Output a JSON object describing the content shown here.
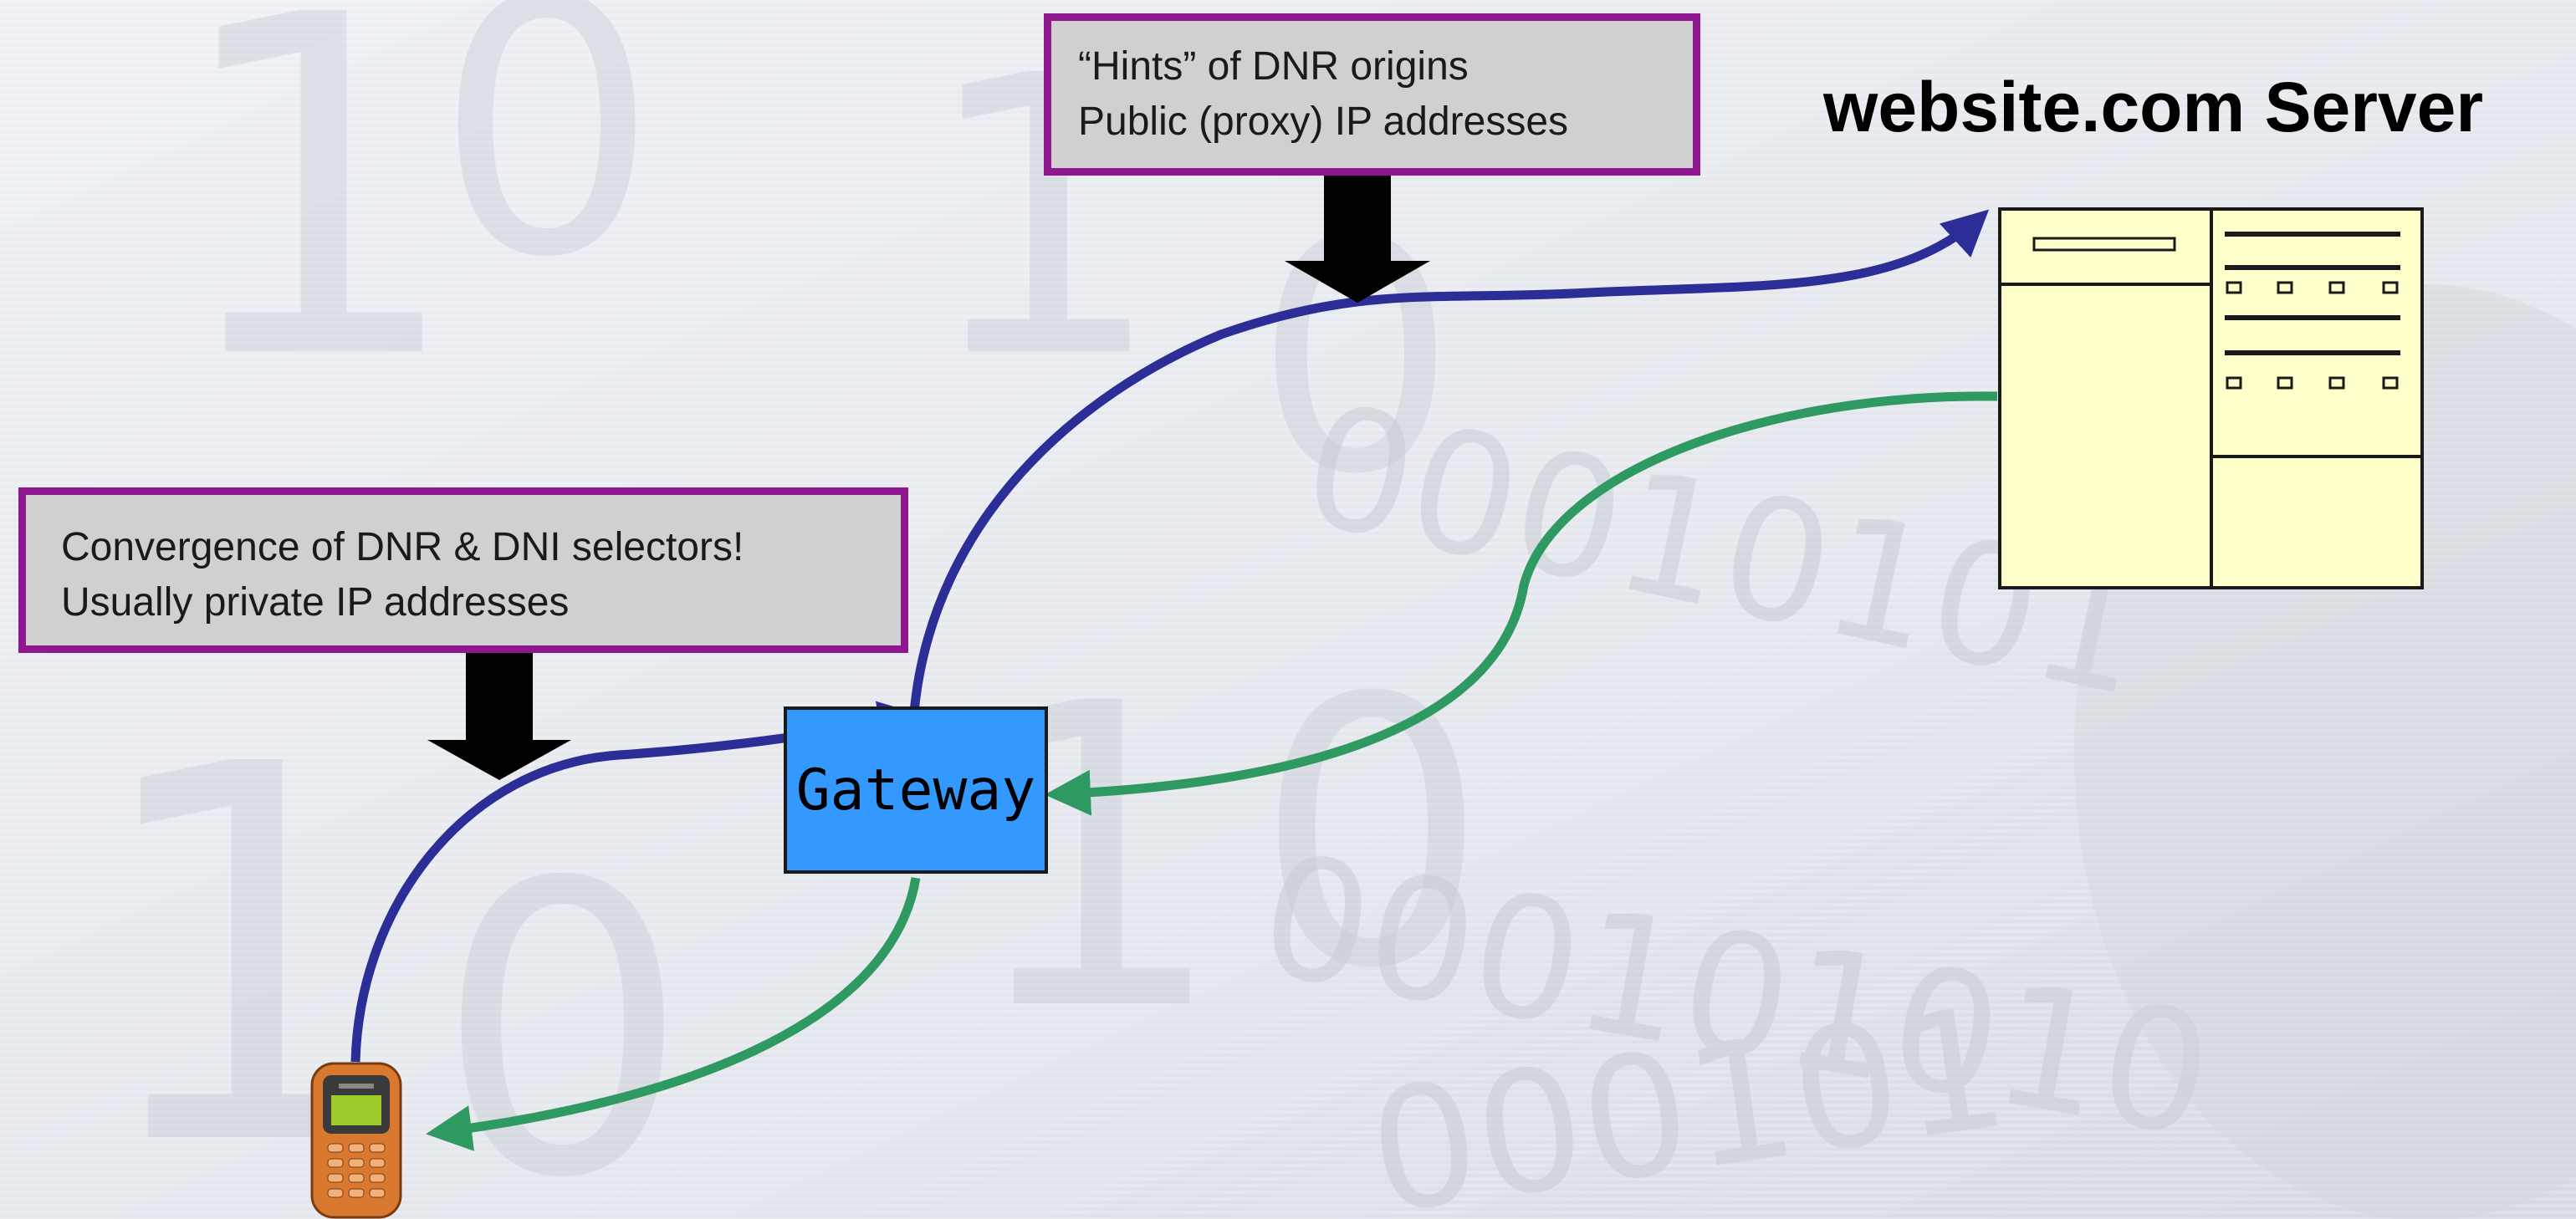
{
  "server": {
    "title": "website.com Server"
  },
  "callouts": {
    "hints": {
      "line1": "“Hints” of DNR origins",
      "line2": "Public (proxy) IP addresses"
    },
    "convergence": {
      "line1": "Convergence of DNR & DNI selectors!",
      "line2": "Usually private IP addresses"
    }
  },
  "gateway": {
    "label": "Gateway"
  },
  "colors": {
    "callout_border": "#8e168e",
    "callout_fill": "#d0d0d0",
    "gateway_fill": "#3399ff",
    "request_flow": "#2b2e96",
    "response_flow": "#2e9a62",
    "server_page_fill": "#ffffcc",
    "phone_body": "#d9782f",
    "phone_screen": "#9ecb2c"
  },
  "icons": {
    "server": "webpage-server-icon",
    "phone": "mobile-phone-icon",
    "pointer": "down-arrow-icon"
  }
}
